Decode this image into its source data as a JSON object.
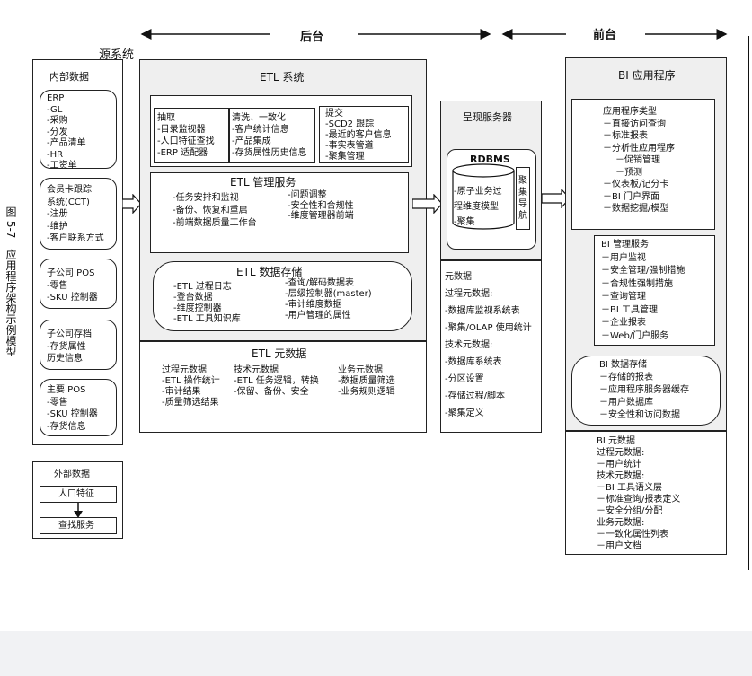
{
  "caption": "图 5-7　应用程序架构示例模型",
  "top_labels": {
    "backend": "后台",
    "frontend": "前台"
  },
  "source": {
    "title": "源系统",
    "internal": {
      "title": "内部数据",
      "groups": [
        {
          "items": [
            "ERP",
            "-GL",
            "-采购",
            "-分发",
            "-产品清单",
            "-HR",
            "-工资单"
          ]
        },
        {
          "items": [
            "会员卡跟踪",
            "系统(CCT)",
            "-注册",
            "-维护",
            "-客户联系方式"
          ]
        },
        {
          "items": [
            "子公司 POS",
            "-零售",
            "-SKU 控制器"
          ]
        },
        {
          "items": [
            "子公司存档",
            "-存货属性",
            "历史信息"
          ]
        },
        {
          "items": [
            "主要 POS",
            "-零售",
            "-SKU 控制器",
            "-存货信息"
          ]
        }
      ]
    },
    "external": {
      "title": "外部数据",
      "demographics": "人口特征",
      "lookup": "查找服务"
    }
  },
  "etl": {
    "title": "ETL 系统",
    "extract": [
      "抽取",
      "-目录监视器",
      "-人口特征查找",
      "-ERP 适配器"
    ],
    "clean": [
      "清洗、一致化",
      "-客户统计信息",
      "-产品集成",
      "-存货属性历史信息"
    ],
    "deliver": [
      "提交",
      "-SCD2 跟踪",
      "-最近的客户信息",
      "-事实表管道",
      "-聚集管理"
    ],
    "mgmt": {
      "title": "ETL 管理服务",
      "col1": [
        "-任务安排和监视",
        "-备份、恢复和重启",
        "-前端数据质量工作台"
      ],
      "col2": [
        "-问题调整",
        "-安全性和合规性",
        "-维度管理器前端"
      ]
    },
    "store": {
      "title": "ETL 数据存储",
      "col1": [
        "-ETL 过程日志",
        "-登台数据",
        "-维度控制器",
        "-ETL 工具知识库"
      ],
      "col2": [
        "-查询/解码数据表",
        "-层级控制器(master)",
        "-审计维度数据",
        "-用户管理的属性"
      ]
    },
    "meta": {
      "title": "ETL 元数据",
      "col1": [
        "过程元数据",
        "-ETL 操作统计",
        "-审计结果",
        "-质量筛选结果"
      ],
      "col2": [
        "技术元数据",
        "-ETL 任务逻辑，转换",
        "-保留、备份、安全"
      ],
      "col3": [
        "业务元数据",
        "-数据质量筛选",
        "-业务规则逻辑"
      ]
    }
  },
  "presentation": {
    "title": "呈现服务器",
    "rdbms": "RDBMS",
    "rdbms_items": [
      "-原子业务过",
      "程维度模型",
      "-聚集"
    ],
    "nav": "聚集导航",
    "meta": [
      "元数据",
      "过程元数据:",
      "-数据库监视系统表",
      "-聚集/OLAP 使用统计",
      "技术元数据:",
      "-数据库系统表",
      "-分区设置",
      "-存储过程/脚本",
      "-聚集定义"
    ]
  },
  "bi": {
    "title": "BI 应用程序",
    "app_types": [
      "应用程序类型",
      "－直接访问查询",
      "－标准报表",
      "－分析性应用程序",
      "－促销管理",
      "－预测",
      "－仪表板/记分卡",
      "－BI 门户界面",
      "－数据挖掘/模型"
    ],
    "mgmt": [
      "BI 管理服务",
      "－用户监视",
      "－安全管理/强制措施",
      "－合规性强制措施",
      "－查询管理",
      "－BI 工具管理",
      "－企业报表",
      "－Web/门户服务"
    ],
    "store": [
      "BI 数据存储",
      "－存储的报表",
      "－应用程序服务器缓存",
      "－用户数据库",
      "－安全性和访问数据"
    ],
    "meta": [
      "BI 元数据",
      "过程元数据:",
      "－用户统计",
      "技术元数据:",
      "－BI 工具语义层",
      "－标准查询/报表定义",
      "－安全分组/分配",
      "业务元数据:",
      "－一致化属性列表",
      "－用户文档"
    ]
  }
}
